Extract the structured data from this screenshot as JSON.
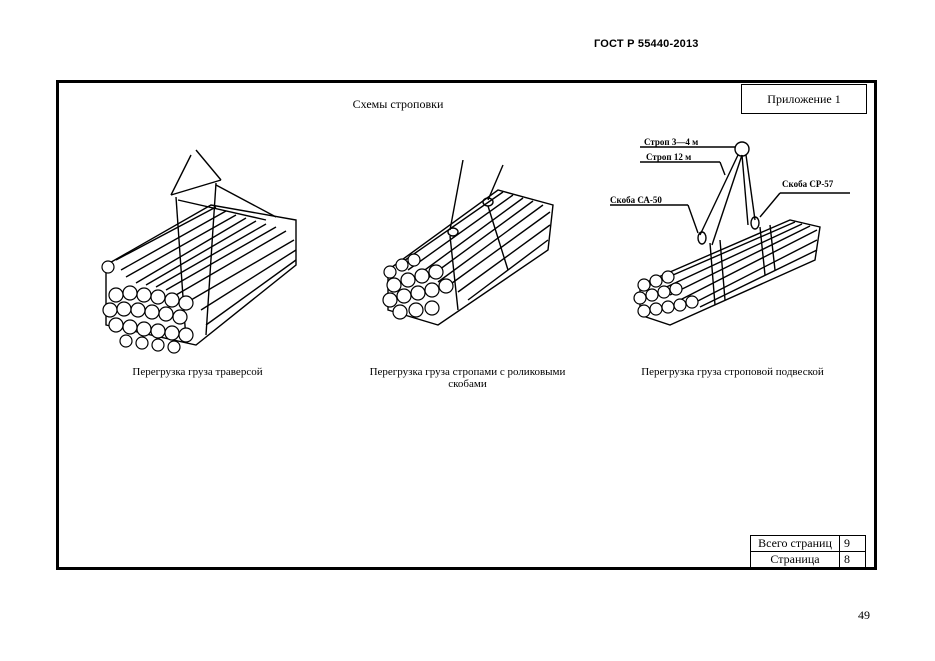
{
  "header": {
    "standard": "ГОСТ Р 55440-2013"
  },
  "appendix_label": "Приложение 1",
  "scheme_title": "Схемы строповки",
  "figures": [
    {
      "caption": "Перегрузка груза траверсой"
    },
    {
      "caption": "Перегрузка груза стропами с роликовыми скобами"
    },
    {
      "caption": "Перегрузка груза строповой подвеской",
      "labels": {
        "strop_short": "Строп 3—4 м",
        "strop_long": "Строп 12 м",
        "shackle_left": "Скоба СА-50",
        "shackle_right": "Скоба СР-57"
      }
    }
  ],
  "pages_box": {
    "total_label": "Всего страниц",
    "total_value": "9",
    "page_label": "Страница",
    "page_value": "8"
  },
  "page_number": "49"
}
